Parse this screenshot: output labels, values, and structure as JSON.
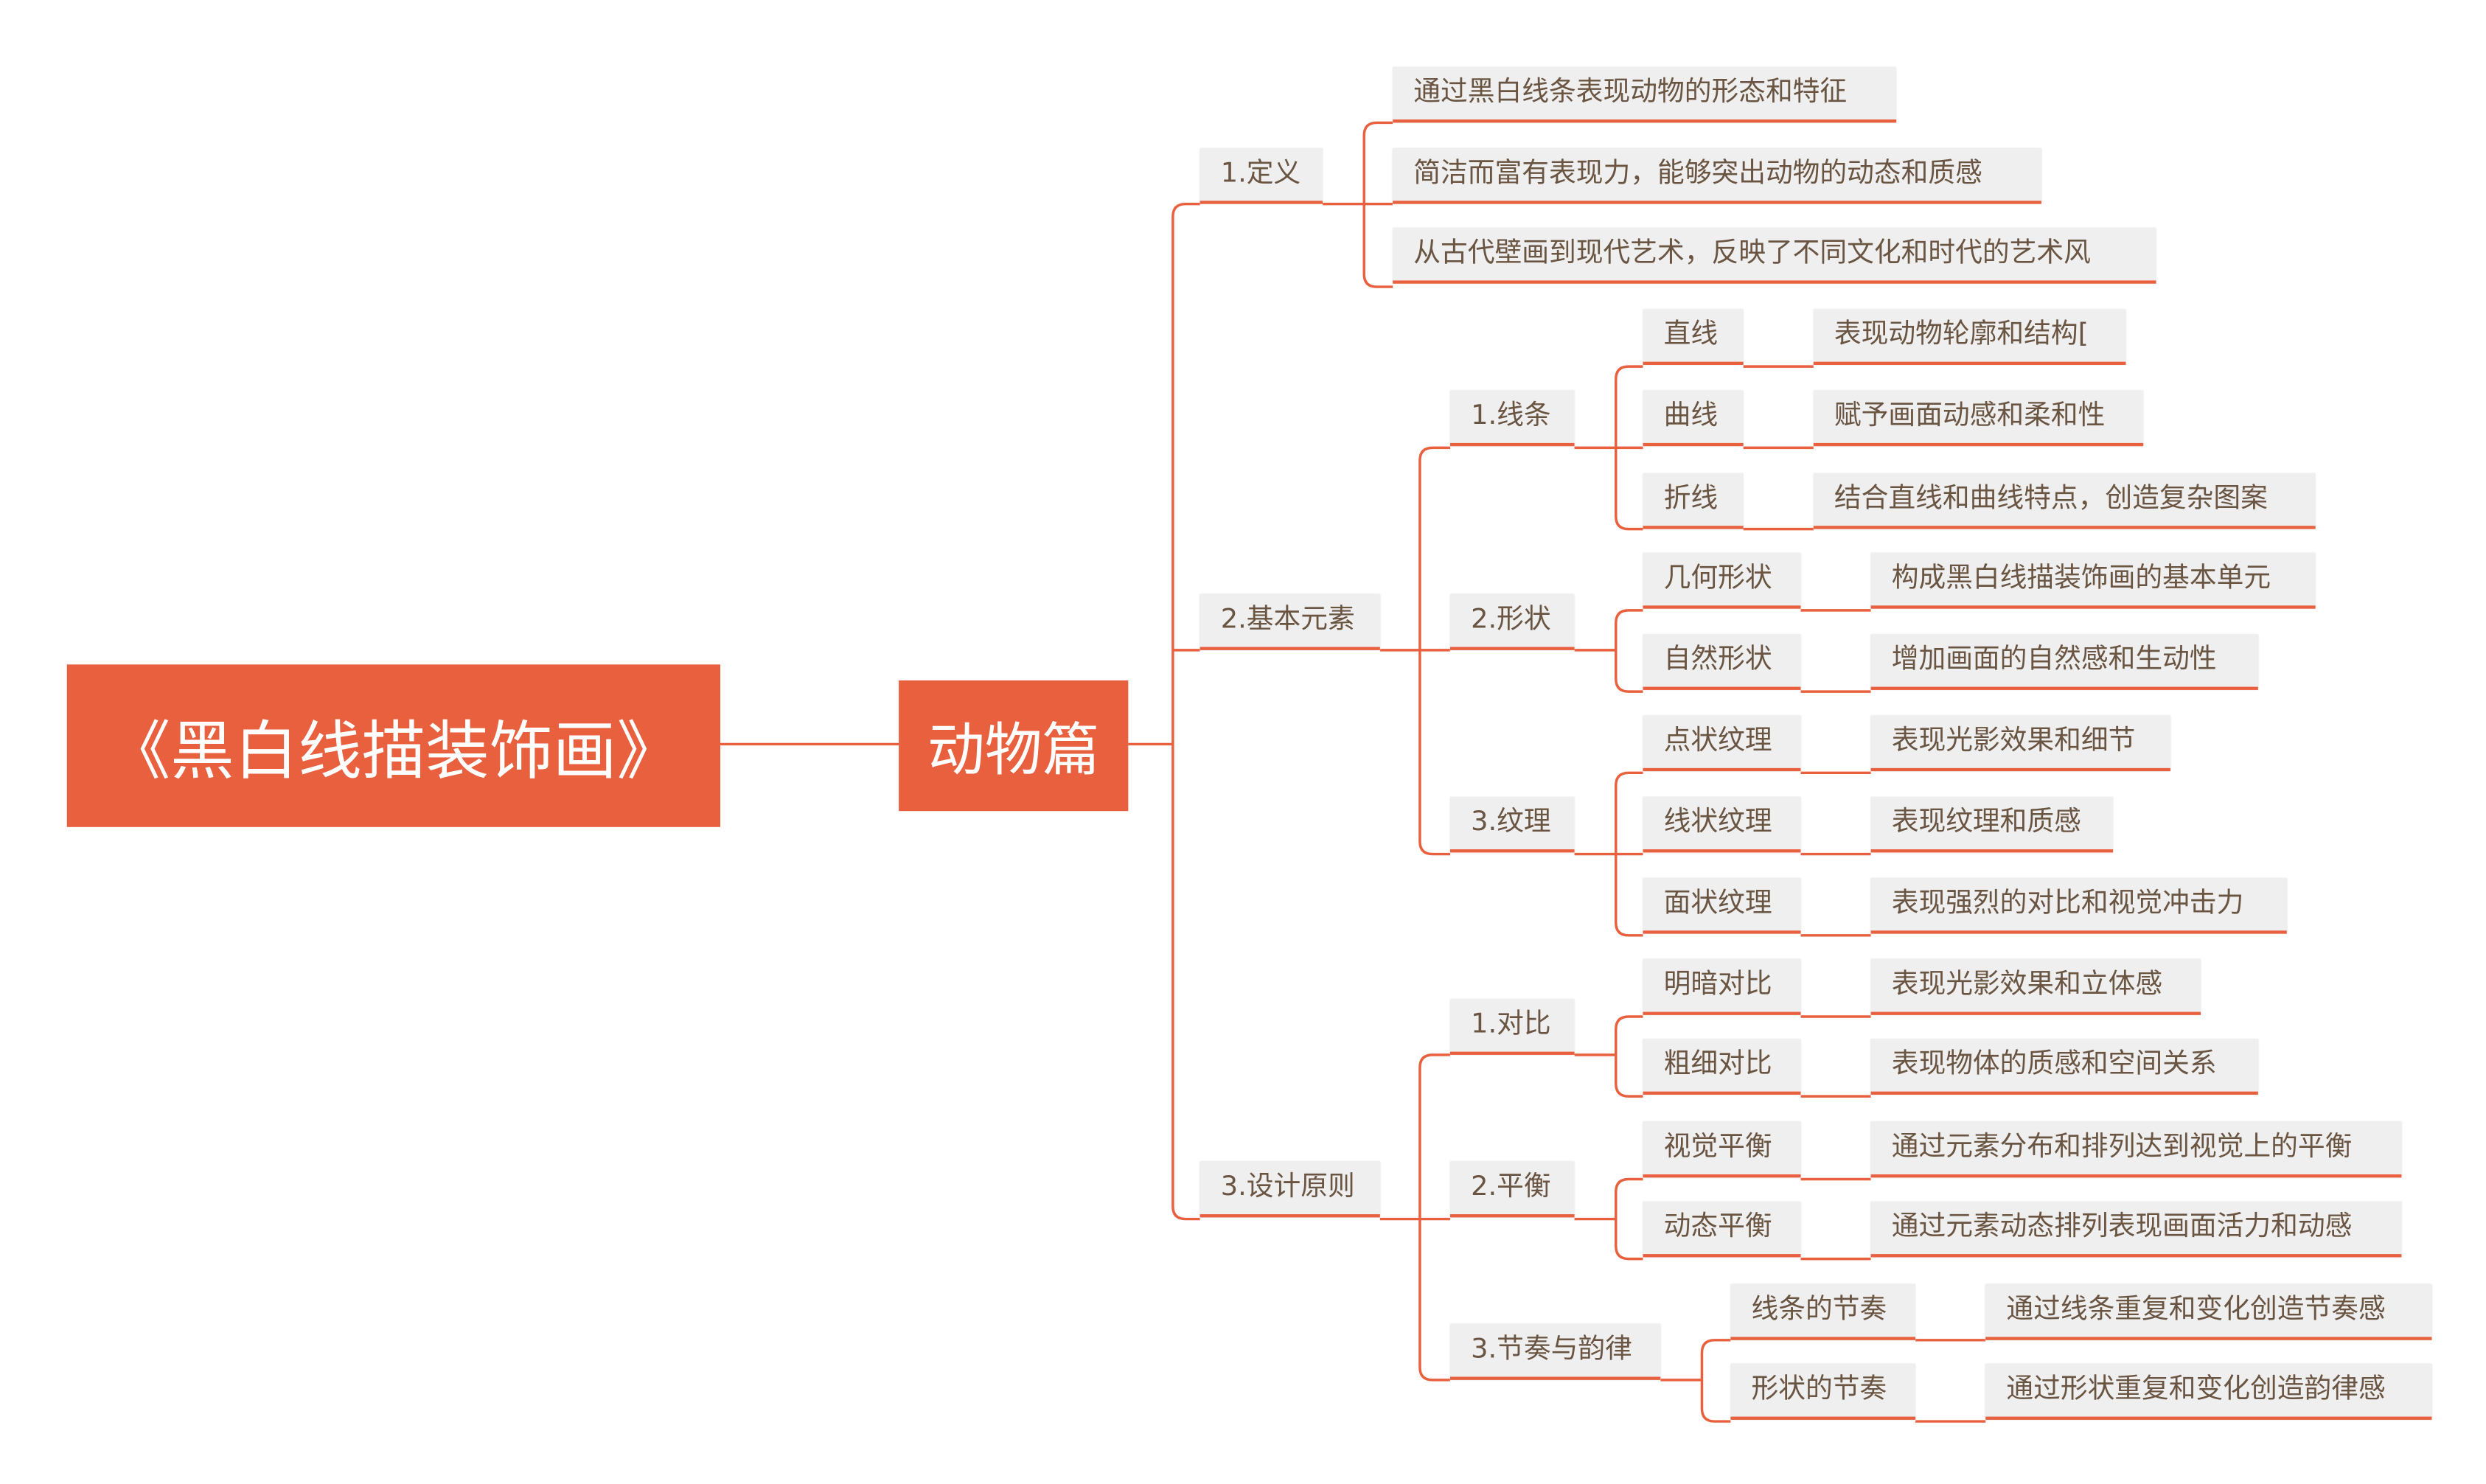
{
  "root": {
    "label": "《黑白线描装饰画》"
  },
  "center": {
    "label": "动物篇"
  },
  "accent_color": "#e9603f",
  "branches": [
    {
      "label": "1.定义",
      "children": [
        {
          "label": "通过黑白线条表现动物的形态和特征"
        },
        {
          "label": "简洁而富有表现力，能够突出动物的动态和质感"
        },
        {
          "label": "从古代壁画到现代艺术，反映了不同文化和时代的艺术风"
        }
      ]
    },
    {
      "label": "2.基本元素",
      "children": [
        {
          "label": "1.线条",
          "children": [
            {
              "label": "直线",
              "desc": "表现动物轮廓和结构["
            },
            {
              "label": "曲线",
              "desc": "赋予画面动感和柔和性"
            },
            {
              "label": "折线",
              "desc": "结合直线和曲线特点，创造复杂图案"
            }
          ]
        },
        {
          "label": "2.形状",
          "children": [
            {
              "label": "几何形状",
              "desc": "构成黑白线描装饰画的基本单元"
            },
            {
              "label": "自然形状",
              "desc": "增加画面的自然感和生动性"
            }
          ]
        },
        {
          "label": "3.纹理",
          "children": [
            {
              "label": "点状纹理",
              "desc": "表现光影效果和细节"
            },
            {
              "label": "线状纹理",
              "desc": "表现纹理和质感"
            },
            {
              "label": "面状纹理",
              "desc": "表现强烈的对比和视觉冲击力"
            }
          ]
        }
      ]
    },
    {
      "label": "3.设计原则",
      "children": [
        {
          "label": "1.对比",
          "children": [
            {
              "label": "明暗对比",
              "desc": "表现光影效果和立体感"
            },
            {
              "label": "粗细对比",
              "desc": "表现物体的质感和空间关系"
            }
          ]
        },
        {
          "label": "2.平衡",
          "children": [
            {
              "label": "视觉平衡",
              "desc": "通过元素分布和排列达到视觉上的平衡"
            },
            {
              "label": "动态平衡",
              "desc": "通过元素动态排列表现画面活力和动感"
            }
          ]
        },
        {
          "label": "3.节奏与韵律",
          "children": [
            {
              "label": "线条的节奏",
              "desc": "通过线条重复和变化创造节奏感"
            },
            {
              "label": "形状的节奏",
              "desc": "通过形状重复和变化创造韵律感"
            }
          ]
        }
      ]
    }
  ]
}
